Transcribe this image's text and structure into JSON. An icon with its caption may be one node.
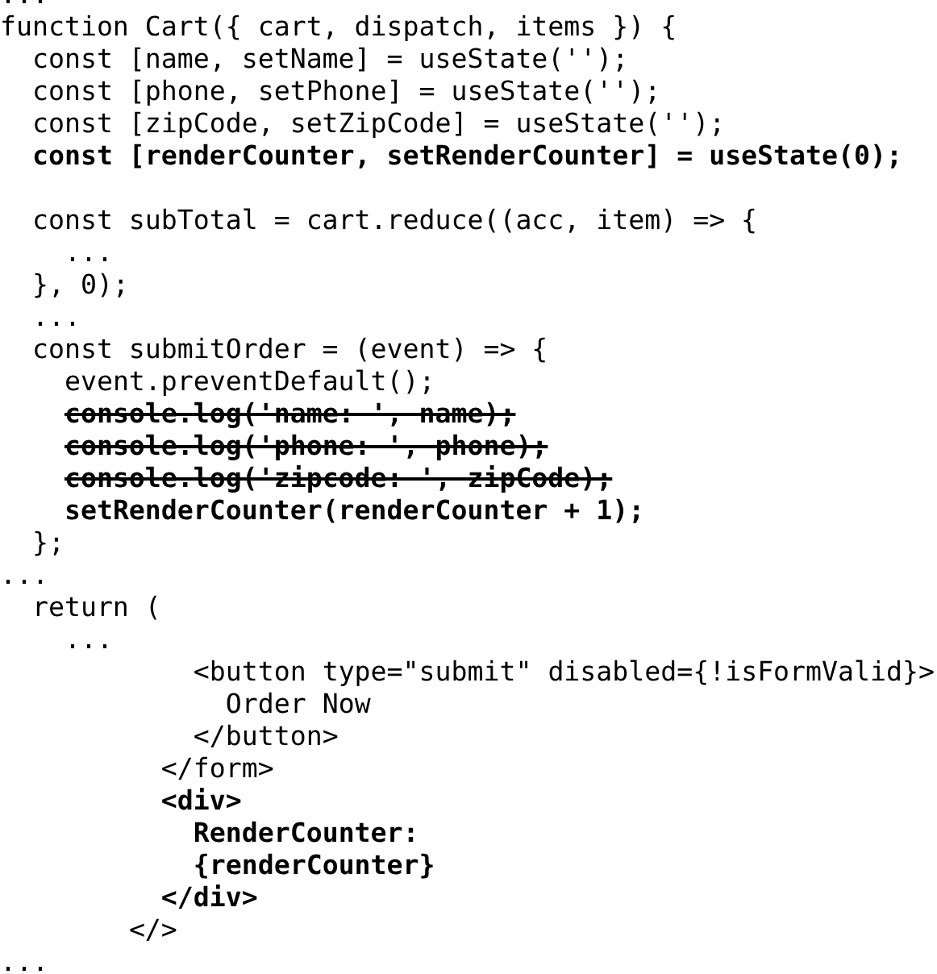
{
  "diagram": {
    "labels": [
      "...",
      "function Cart({ cart, dispatch, items }) {",
      "const [name, setName] = useState('');",
      "const [phone, setPhone] = useState('');",
      "const [zipCode, setZipCode] = useState('');",
      "const [renderCounter, setRenderCounter] = useState(0);",
      "const subTotal = cart.reduce((acc, item) => {",
      "...",
      "}, 0);",
      "...",
      "const submitOrder = (event) => {",
      "event.preventDefault();",
      "console.log('name: ', name);",
      "console.log('phone: ', phone);",
      "console.log('zipcode: ', zipCode);",
      "setRenderCounter(renderCounter + 1);",
      "};",
      "...",
      "return (",
      "...",
      "<button type=\"submit\" disabled={!isFormValid}>",
      "Order Now",
      "</button>",
      "</form>",
      "<div>",
      "RenderCounter:",
      "{renderCounter}",
      "</div>",
      "</>",
      "..."
    ]
  }
}
